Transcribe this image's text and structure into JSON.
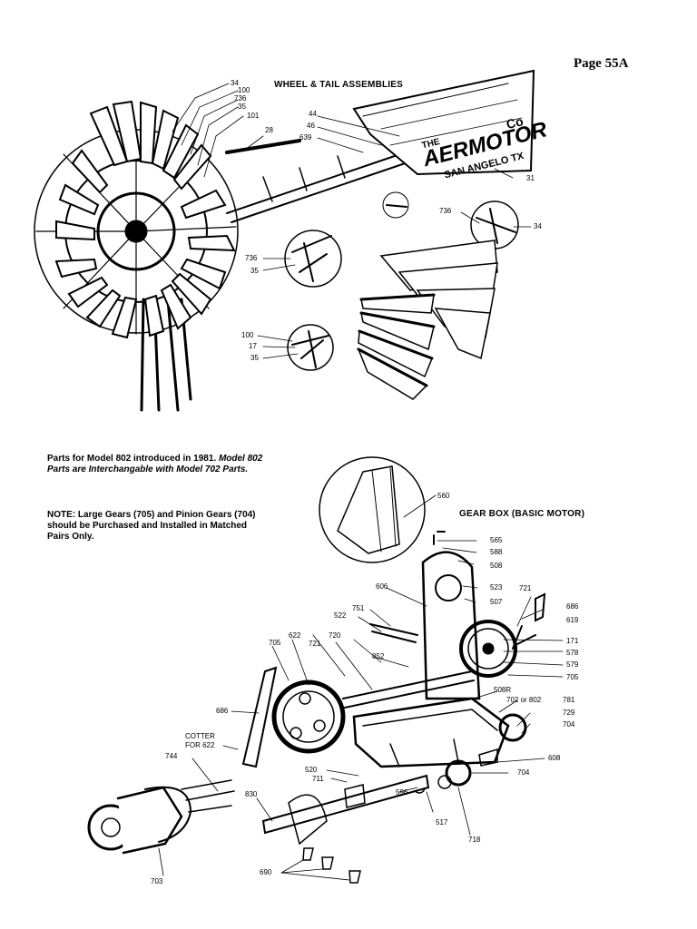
{
  "page_number": "Page 55A",
  "top_diagram": {
    "title": "WHEEL & TAIL ASSEMBLIES",
    "brand": {
      "the": "THE",
      "name": "AERMOTOR",
      "co": "Co",
      "city": "SAN ANGELO TX"
    },
    "callouts": {
      "c34a": "34",
      "c100a": "100",
      "c736a": "736",
      "c35a": "35",
      "c101": "101",
      "c28": "28",
      "c44": "44",
      "c46": "46",
      "c639": "639",
      "c31": "31",
      "c736b": "736",
      "c34b": "34",
      "c736c": "736",
      "c35b": "35",
      "c100b": "100",
      "c17": "17",
      "c35c": "35"
    }
  },
  "notes": {
    "model_line_a": "Parts for Model 802 introduced in 1981.",
    "model_line_b": "Model 802",
    "model_line_c": "Parts are Interchangable with Model 702 Parts.",
    "gear_note_1": "NOTE:  Large Gears (705) and Pinion Gears (704)",
    "gear_note_2": "should be Purchased and Installed in Matched",
    "gear_note_3": "Pairs Only."
  },
  "bottom_diagram": {
    "title": "GEAR BOX (BASIC MOTOR)",
    "callouts": {
      "c560": "560",
      "c565": "565",
      "c588": "588",
      "c508": "508",
      "c523": "523",
      "c507": "507",
      "c606": "606",
      "c751": "751",
      "c522": "522",
      "c721a": "721",
      "c686a": "686",
      "c619": "619",
      "c171": "171",
      "c578": "578",
      "c579": "579",
      "c705a": "705",
      "c622": "622",
      "c720": "720",
      "c721b": "721",
      "c852": "852",
      "c705b": "705",
      "c508r": "508R",
      "c702": "702 or 802",
      "c781": "781",
      "c729": "729",
      "c704a": "704",
      "c686b": "686",
      "c608": "608",
      "c704b": "704",
      "c520": "520",
      "c711": "711",
      "c596": "596",
      "c517": "517",
      "c718": "718",
      "cotter1": "COTTER",
      "cotter2": "FOR 622",
      "c744": "744",
      "c830": "830",
      "c703": "703",
      "c690": "690"
    }
  }
}
